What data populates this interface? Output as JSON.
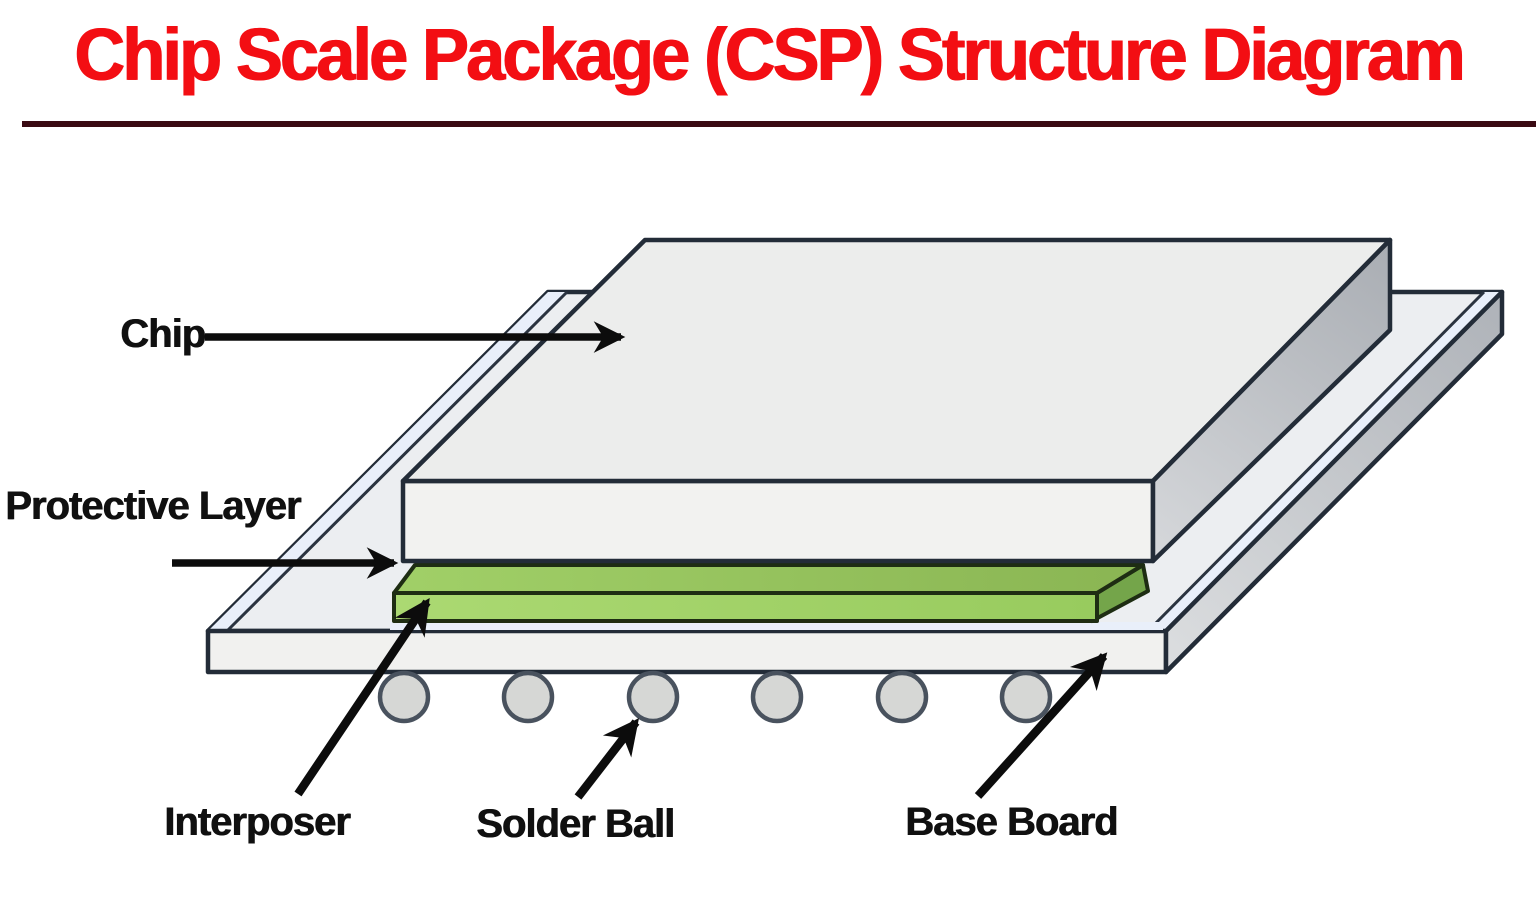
{
  "title": {
    "text": "Chip Scale Package (CSP) Structure Diagram"
  },
  "diagram": {
    "labels": {
      "chip": "Chip",
      "protective_layer": "Protective Layer",
      "interposer": "Interposer",
      "solder_ball": "Solder Ball",
      "base_board": "Base Board"
    },
    "solder_balls": {
      "count": 6
    },
    "colors": {
      "title_red": "#f30e13",
      "divider_maroon": "#3a0a12",
      "label_black": "#101010",
      "outline_dark": "#232c38",
      "chip_top": "#ecedec",
      "chip_front": "#f2f2f0",
      "chip_side_dark": "#a9adb3",
      "chip_side_light": "#d6d8db",
      "board_top": "#eceef1",
      "board_front": "#f1f1ef",
      "board_side_dark": "#aeb2b8",
      "board_side_light": "#dcdee0",
      "board_margin_strip": "#e9effa",
      "interposer_top_left": "#a0cf67",
      "interposer_top_right": "#8ab553",
      "interposer_front": "#a5d46c",
      "interposer_side": "#74a54a",
      "interposer_outline": "#1e2d13",
      "solder_ball_fill": "#d6d7d5",
      "solder_ball_outline": "#49525e",
      "arrow_black": "#0c0c0c"
    }
  }
}
